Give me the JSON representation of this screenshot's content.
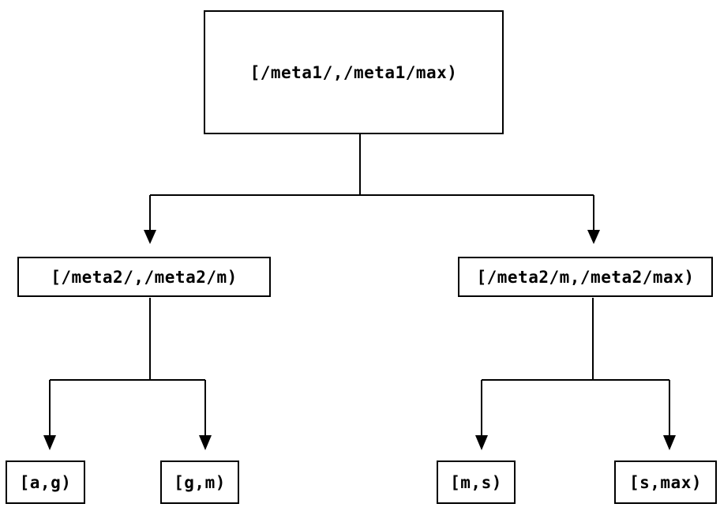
{
  "diagram": {
    "type": "binary-tree",
    "background_color": "#ffffff",
    "line_color": "#000000",
    "nodes": {
      "root": {
        "label": "[/meta1/,/meta1/max)"
      },
      "left": {
        "label": "[/meta2/,/meta2/m)"
      },
      "right": {
        "label": "[/meta2/m,/meta2/max)"
      },
      "leaf_ag": {
        "label": "[a,g)"
      },
      "leaf_gm": {
        "label": "[g,m)"
      },
      "leaf_ms": {
        "label": "[m,s)"
      },
      "leaf_smax": {
        "label": "[s,max)"
      }
    }
  }
}
